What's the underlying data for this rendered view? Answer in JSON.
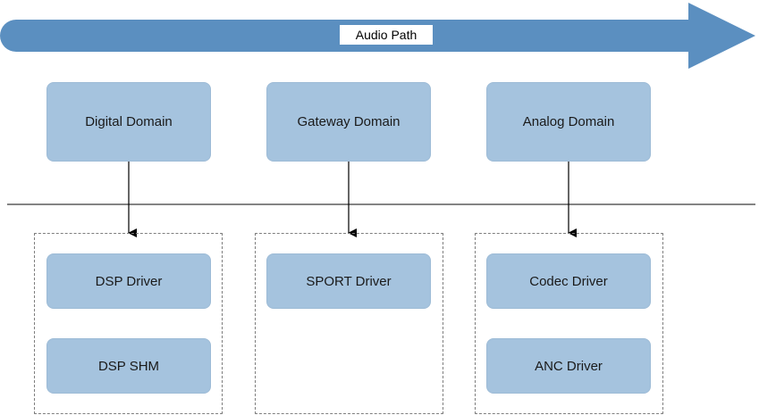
{
  "audio_path": {
    "label": "Audio Path",
    "color": "#5b8fc0"
  },
  "domains": [
    {
      "label": "Digital Domain"
    },
    {
      "label": "Gateway Domain"
    },
    {
      "label": "Analog Domain"
    }
  ],
  "driver_groups": [
    {
      "drivers": [
        {
          "label": "DSP Driver"
        },
        {
          "label": "DSP SHM"
        }
      ]
    },
    {
      "drivers": [
        {
          "label": "SPORT Driver"
        }
      ]
    },
    {
      "drivers": [
        {
          "label": "Codec Driver"
        },
        {
          "label": "ANC Driver"
        }
      ]
    }
  ],
  "colors": {
    "box_fill": "#a5c3de",
    "arrow_fill": "#5b8fc0",
    "line": "#000000",
    "dashed_border": "#7f7f7f"
  }
}
